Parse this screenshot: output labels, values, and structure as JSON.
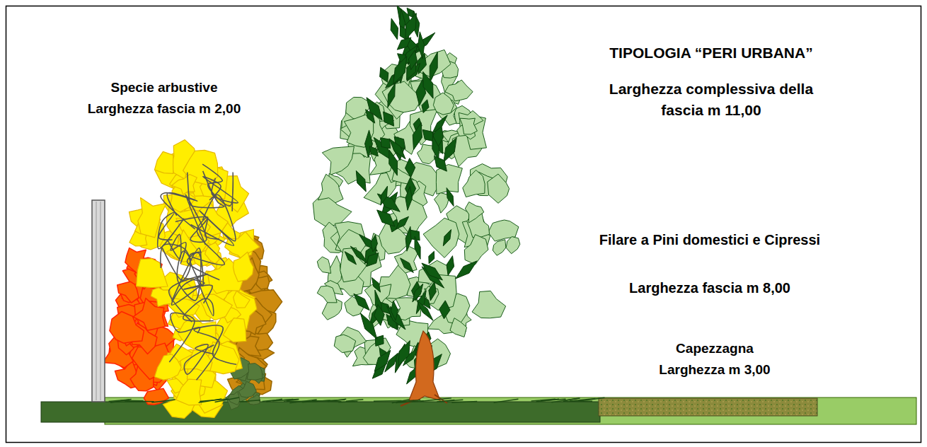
{
  "diagram": {
    "title": "TIPOLOGIA “PERI URBANA”",
    "labels": [
      "Larghezza complessiva della fascia m 11,00",
      "Specie arbustive",
      "Larghezza fascia m 2,00",
      "Filare a Pini domestici e Cipressi",
      "Larghezza fascia m 8,00",
      "Capezzagna",
      "Larghezza m 3,00"
    ]
  }
}
